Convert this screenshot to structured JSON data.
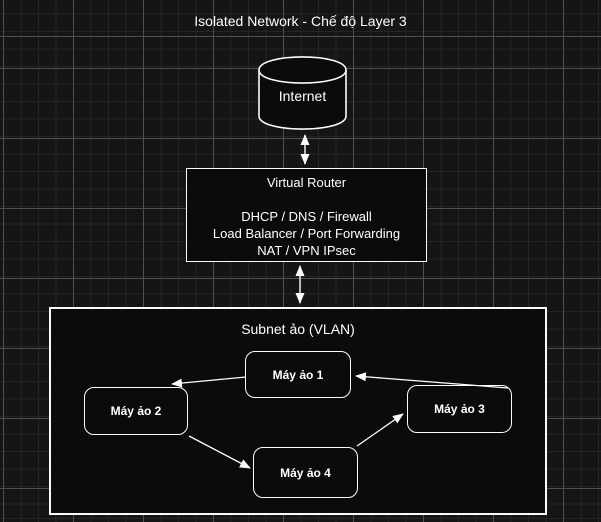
{
  "title": "Isolated Network - Chế độ Layer 3",
  "colors": {
    "background": "#151515",
    "grid_minor": "#252525",
    "grid_major": "#4f4f4f",
    "shape_stroke": "#fbfbfb",
    "shape_fill": "#0b0b0b",
    "text": "#ffffff"
  },
  "nodes": {
    "internet": {
      "label": "Internet"
    },
    "router": {
      "title": "Virtual Router",
      "lines": [
        "DHCP / DNS / Firewall",
        "Load Balancer / Port Forwarding",
        "NAT / VPN IPsec"
      ]
    },
    "subnet": {
      "title": "Subnet ảo (VLAN)",
      "vms": [
        {
          "label": "Máy ảo 1"
        },
        {
          "label": "Máy ảo 2"
        },
        {
          "label": "Máy ảo 3"
        },
        {
          "label": "Máy ảo 4"
        }
      ]
    }
  },
  "edges": [
    {
      "from": "Internet",
      "to": "Virtual Router",
      "type": "bidirectional"
    },
    {
      "from": "Virtual Router",
      "to": "Subnet ảo (VLAN)",
      "type": "bidirectional"
    },
    {
      "from": "Máy ảo 1",
      "to": "Máy ảo 2",
      "type": "directed"
    },
    {
      "from": "Máy ảo 3",
      "to": "Máy ảo 1",
      "type": "directed"
    },
    {
      "from": "Máy ảo 2",
      "to": "Máy ảo 4",
      "type": "directed"
    },
    {
      "from": "Máy ảo 4",
      "to": "Máy ảo 3",
      "type": "directed"
    }
  ]
}
